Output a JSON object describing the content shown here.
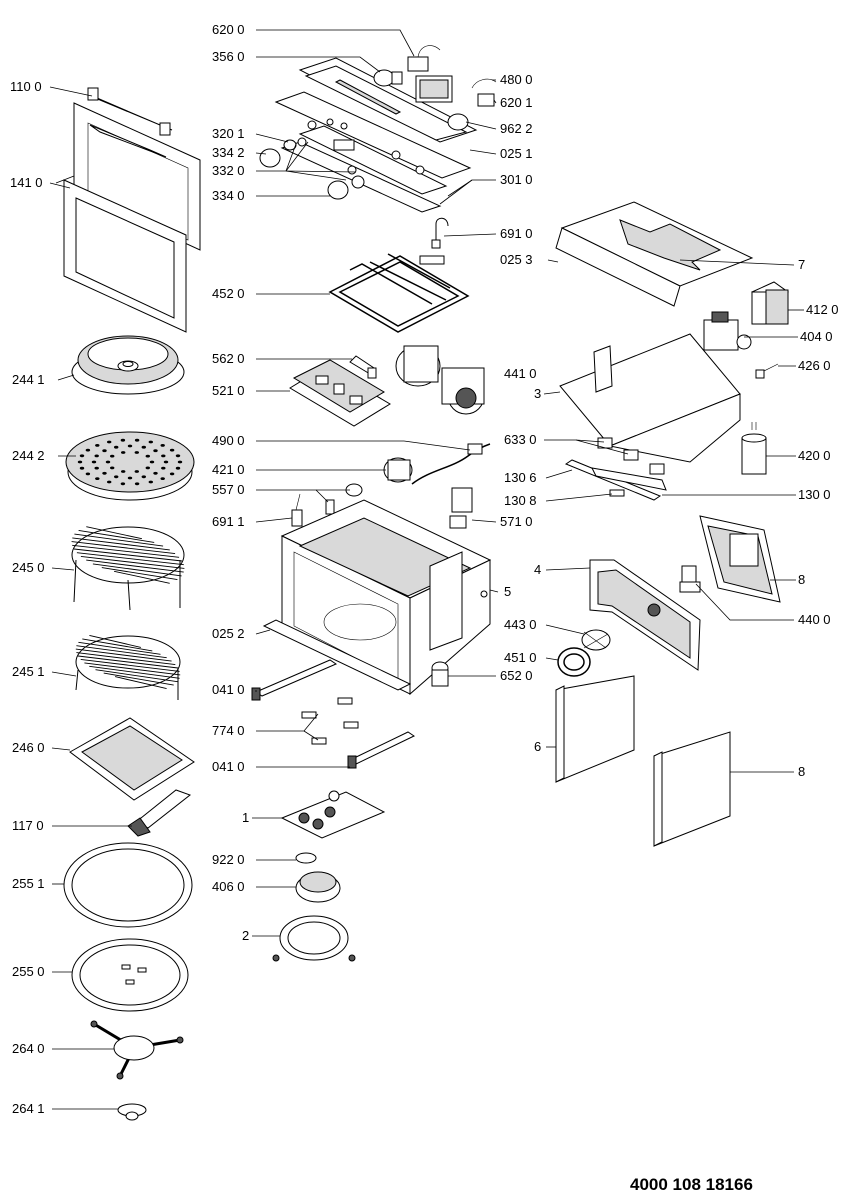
{
  "labels": {
    "l6200": "620 0",
    "l3560": "356 0",
    "l4800": "480 0",
    "l6201": "620 1",
    "l9622": "962 2",
    "l0251": "025 1",
    "l1100": "110 0",
    "l3201": "320 1",
    "l3342": "334 2",
    "l3320": "332 0",
    "l3010": "301 0",
    "l1410": "141 0",
    "l3340": "334 0",
    "l6910a": "691 0",
    "l0253": "025 3",
    "l7": "7",
    "l4520": "452 0",
    "l4120": "412 0",
    "l4040": "404 0",
    "l2441": "244 1",
    "l5620": "562 0",
    "l4410": "441 0",
    "l4260": "426 0",
    "l5210": "521 0",
    "l3": "3",
    "l4900": "490 0",
    "l6330": "633 0",
    "l2442": "244 2",
    "l4210": "421 0",
    "l4200": "420 0",
    "l1306": "130 6",
    "l5570": "557 0",
    "l1308": "130 8",
    "l1300": "130 0",
    "l6911": "691 1",
    "l5710": "571 0",
    "l2450": "245 0",
    "l4": "4",
    "l8a": "8",
    "l5": "5",
    "l4400": "440 0",
    "l0252": "025 2",
    "l4430": "443 0",
    "l2451": "245 1",
    "l4510": "451 0",
    "l0410a": "041 0",
    "l6520": "652 0",
    "l7740": "774 0",
    "l6": "6",
    "l2460": "246 0",
    "l0410b": "041 0",
    "l8b": "8",
    "l1170": "117 0",
    "l1": "1",
    "l9220": "922 0",
    "l2551": "255 1",
    "l4060": "406 0",
    "l2": "2",
    "l2550": "255 0",
    "l2640": "264 0",
    "l2641": "264 1"
  },
  "document_number": "4000 108 18166"
}
